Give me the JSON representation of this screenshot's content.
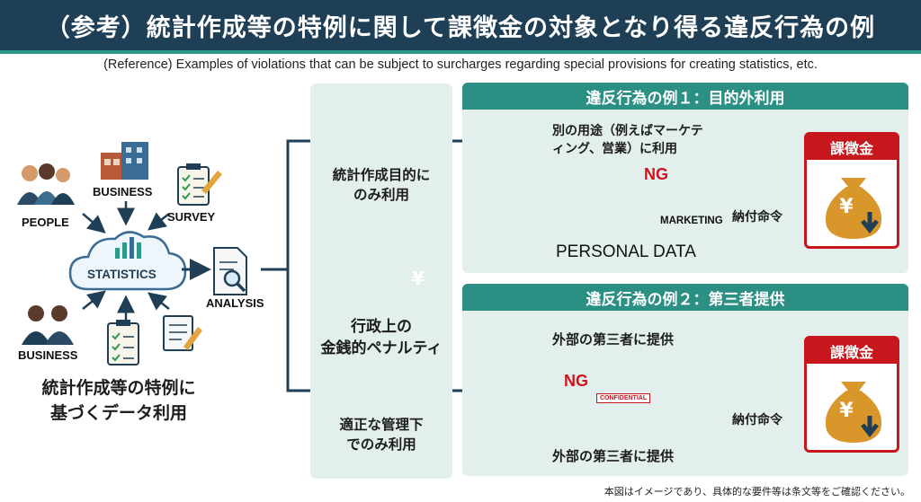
{
  "title": "（参考）統計作成等の特例に関して課徴金の対象となり得る違反行為の例",
  "subtitle": "(Reference) Examples of violations that can be subject to surcharges regarding special provisions for creating statistics, etc.",
  "left": {
    "people_label": "PEOPLE",
    "business_label_top": "BUSINESS",
    "survey_label": "SURVEY",
    "statistics_label": "STATISTICS",
    "business_label_bottom": "BUSINESS",
    "analysis_label": "ANALYSIS",
    "caption_line1": "統計作成等の特例に",
    "caption_line2": "基づくデータ利用"
  },
  "center": {
    "allowed1_line1": "統計作成目的に",
    "allowed1_line2": "のみ利用",
    "penalty_line1": "行政上の",
    "penalty_line2": "金銭的ペナルティ",
    "allowed2_line1": "適正な管理下",
    "allowed2_line2": "でのみ利用",
    "yen_symbol": "¥"
  },
  "example1": {
    "header": "違反行為の例１：目的外利用",
    "violation_line1": "別の用途（例えばマーケテ",
    "violation_line2": "ィング、営業）に利用",
    "ng_label": "NG",
    "marketing_label": "MARKETING",
    "personal_data_label": "PERSONAL DATA",
    "order_label": "納付命令",
    "fine_header": "課徴金",
    "yen_symbol": "¥"
  },
  "example2": {
    "header": "違反行為の例２：第三者提供",
    "violation_top": "外部の第三者に提供",
    "violation_bottom": "外部の第三者に提供",
    "ng_label": "NG",
    "confidential_label": "CONFIDENTIAL",
    "order_label": "納付命令",
    "fine_header": "課徴金",
    "yen_symbol": "¥"
  },
  "footnote": "本図はイメージであり、具体的な要件等は条文等をご確認ください。",
  "colors": {
    "navy": "#1f3f57",
    "teal": "#2c8f83",
    "panel": "#e3efed",
    "red": "#c8161d",
    "check_green": "#2e9a4e",
    "gold": "#d9962a"
  }
}
